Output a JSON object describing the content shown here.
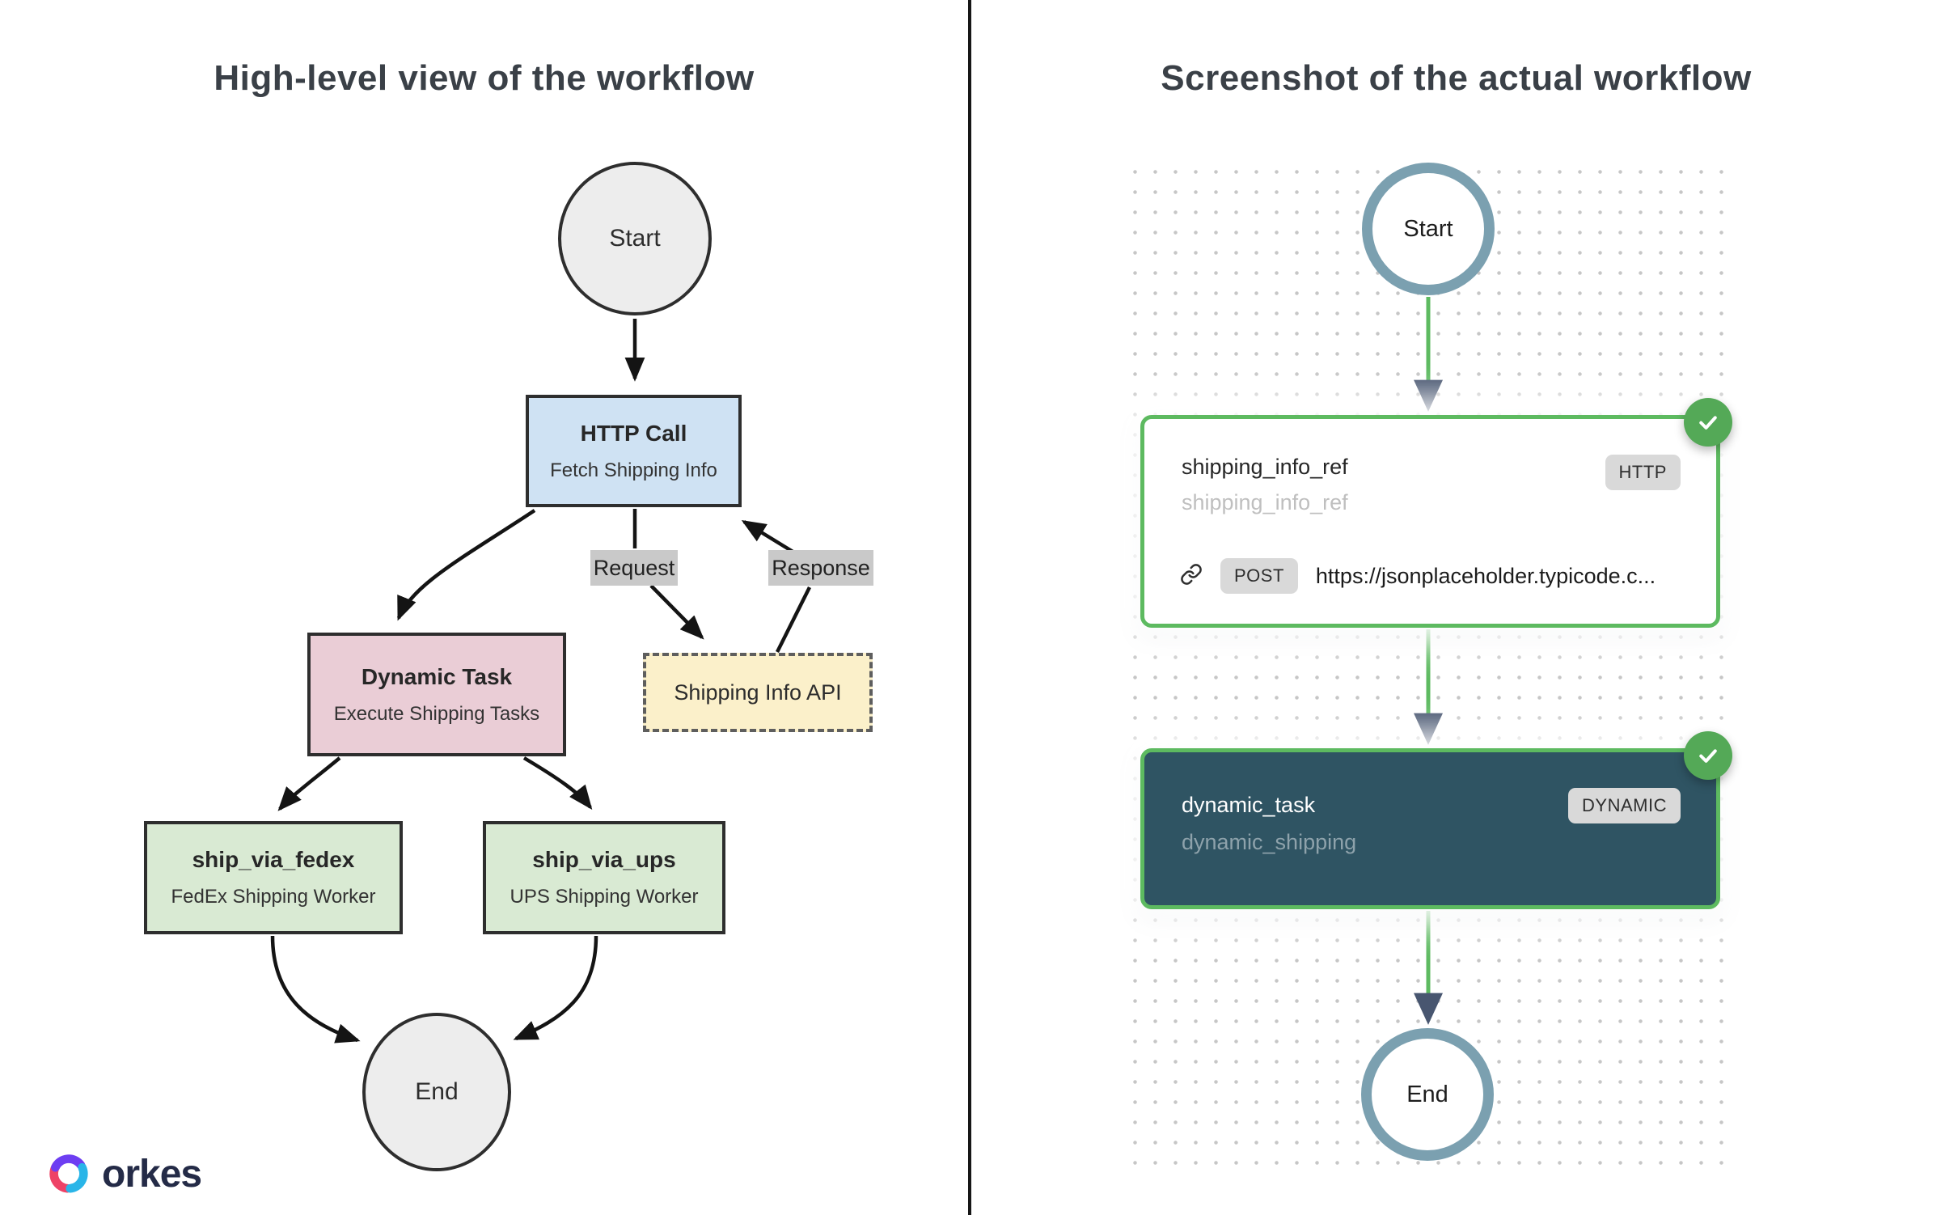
{
  "left": {
    "title": "High-level view of the workflow",
    "start_label": "Start",
    "end_label": "End",
    "http_call": {
      "title": "HTTP Call",
      "subtitle": "Fetch Shipping Info"
    },
    "request_label": "Request",
    "response_label": "Response",
    "shipping_api_label": "Shipping Info API",
    "dynamic_task": {
      "title": "Dynamic Task",
      "subtitle": "Execute Shipping Tasks"
    },
    "ship_via_fedex": {
      "title": "ship_via_fedex",
      "subtitle": "FedEx Shipping Worker"
    },
    "ship_via_ups": {
      "title": "ship_via_ups",
      "subtitle": "UPS Shipping Worker"
    },
    "logo_text": "orkes"
  },
  "right": {
    "title": "Screenshot of the actual workflow",
    "start_label": "Start",
    "end_label": "End",
    "tasks": [
      {
        "name": "shipping_info_ref",
        "ref": "shipping_info_ref",
        "type_badge": "HTTP",
        "method_badge": "POST",
        "url": "https://jsonplaceholder.typicode.c..."
      },
      {
        "name": "dynamic_task",
        "ref": "dynamic_shipping",
        "type_badge": "DYNAMIC"
      }
    ]
  },
  "colors": {
    "edge_green": "#5dba60",
    "node_ring_blue": "#7ba0b0",
    "arrowhead_slate": "#485670",
    "card_dark_teal": "#2f5463",
    "check_green": "#54a957",
    "http_box_fill": "#cfe2f3",
    "dynamic_box_fill": "#eacdd6",
    "api_box_fill": "#fbf0ca",
    "worker_box_fill": "#d9ead3",
    "terminal_fill": "#ededed",
    "edge_label_bg": "#c9c9c9"
  }
}
